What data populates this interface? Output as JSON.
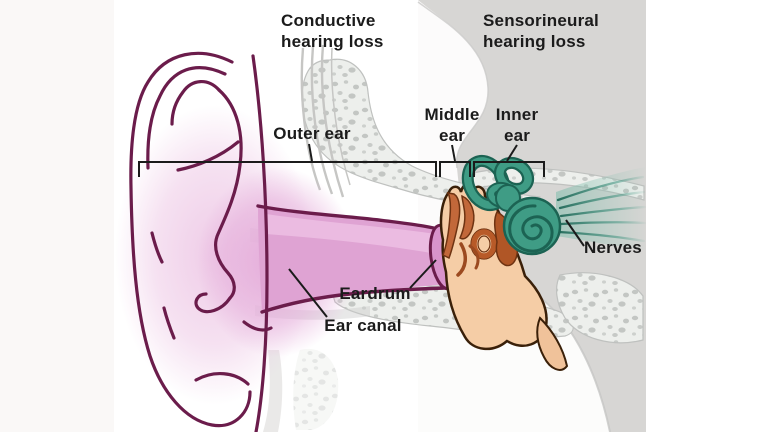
{
  "diagram": {
    "type": "anatomical-diagram",
    "subject": "Human ear cross-section comparing conductive and sensorineural hearing loss regions",
    "region_labels": {
      "conductive_line1": "Conductive",
      "conductive_line2": "hearing loss",
      "sensorineural_line1": "Sensorineural",
      "sensorineural_line2": "hearing loss"
    },
    "part_labels": {
      "outer_ear": "Outer ear",
      "middle_ear_line1": "Middle",
      "middle_ear_line2": "ear",
      "inner_ear_line1": "Inner",
      "inner_ear_line2": "ear",
      "eardrum": "Eardrum",
      "ear_canal": "Ear canal",
      "nerves": "Nerves"
    },
    "colors": {
      "background": "#ffffff",
      "left_margin": "#faf8f7",
      "head_gray": "#d7d6d4",
      "bone_white": "#fbfbfa",
      "speckle_bg": "#edefec",
      "speckle_dot": "#c4c7c4",
      "streak_gray": "#c6c6c4",
      "shadow_gray": "#cccccb",
      "pinna_outline": "#6b1c4b",
      "pinna_glow": "#eec9e6",
      "concha_pink": "#e3a8d8",
      "canal_fill": "#dfa3d3",
      "canal_highlight": "#efc3e6",
      "eardrum_fill": "#d893cb",
      "skin_fill": "#f5cda6",
      "skin_outline": "#3a2009",
      "ossicle_fill": "#c2683a",
      "ossicle_dark": "#9c4a20",
      "cochlea_fill": "#3f9c85",
      "cochlea_outline": "#1c6353",
      "nerve_teal": "#2e8c76",
      "annotation_black": "#1b1b1b"
    }
  }
}
